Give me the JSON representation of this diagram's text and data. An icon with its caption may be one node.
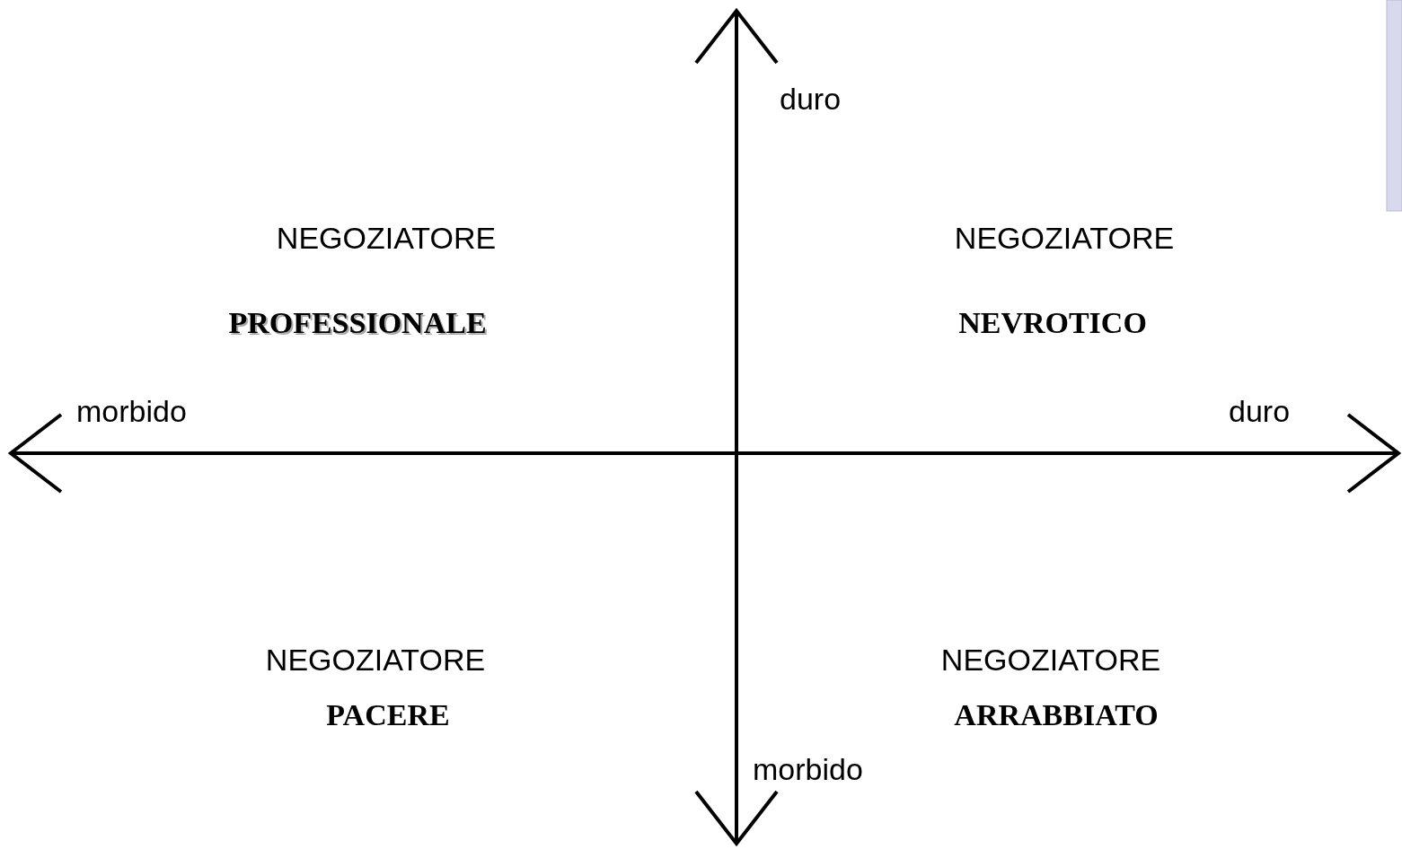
{
  "diagram": {
    "nodes": [
      {
        "text": [],
        "shape": "bar"
      }
    ],
    "labels": [
      "duro",
      "NEGOZIATORE",
      "NEGOZIATORE",
      "PROFESSIONALE",
      "NEVROTICO",
      "morbido",
      "duro",
      "NEGOZIATORE",
      "NEGOZIATORE",
      "PACERE",
      "ARRABBIATO",
      "morbido"
    ]
  }
}
